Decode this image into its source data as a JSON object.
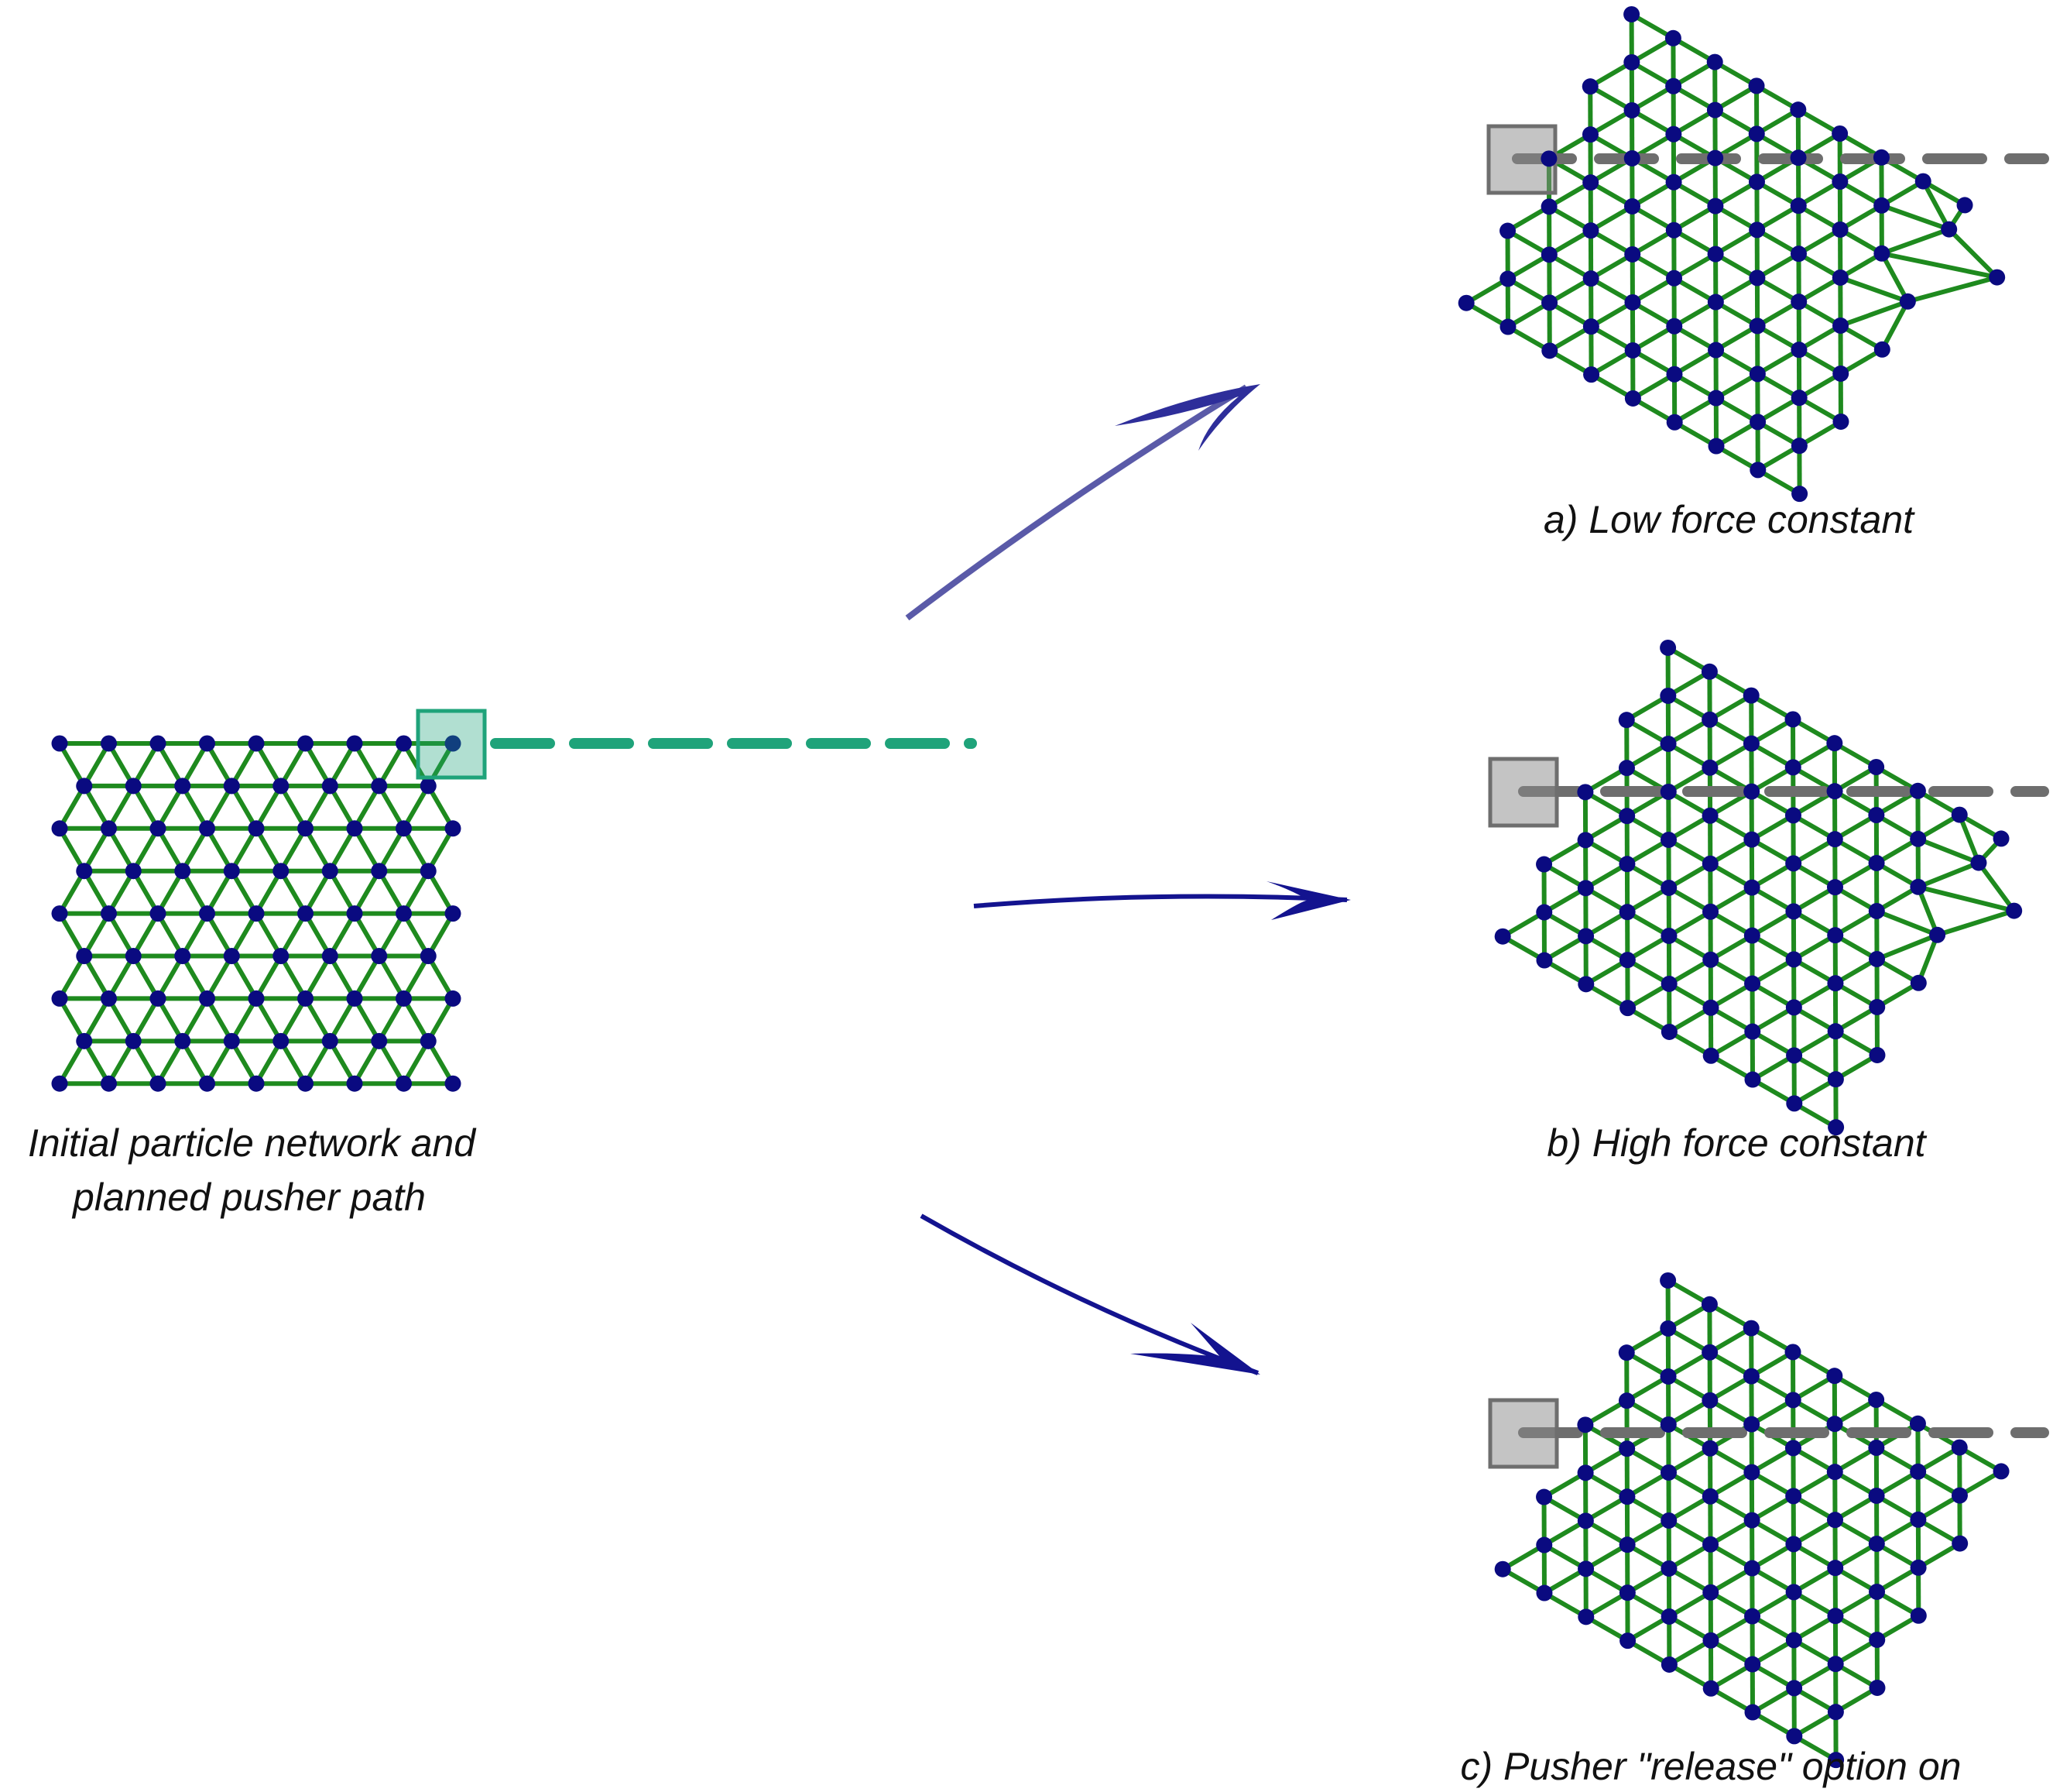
{
  "captions": {
    "initial_line1": "Initial particle network and",
    "initial_line2": "planned pusher path",
    "panel_a": "a) Low force constant",
    "panel_b": "b) High force constant",
    "panel_c": "c) Pusher \"release\" option on"
  },
  "colors": {
    "bond": "#1e8a1e",
    "particle": "#0a0a80",
    "planned_pusher": "#1fa37a",
    "pusher_trace": "#6e6e6e",
    "arrow": "#13138f"
  },
  "network": {
    "rows": 9,
    "particles_per_row": 9,
    "lattice": "triangular"
  }
}
